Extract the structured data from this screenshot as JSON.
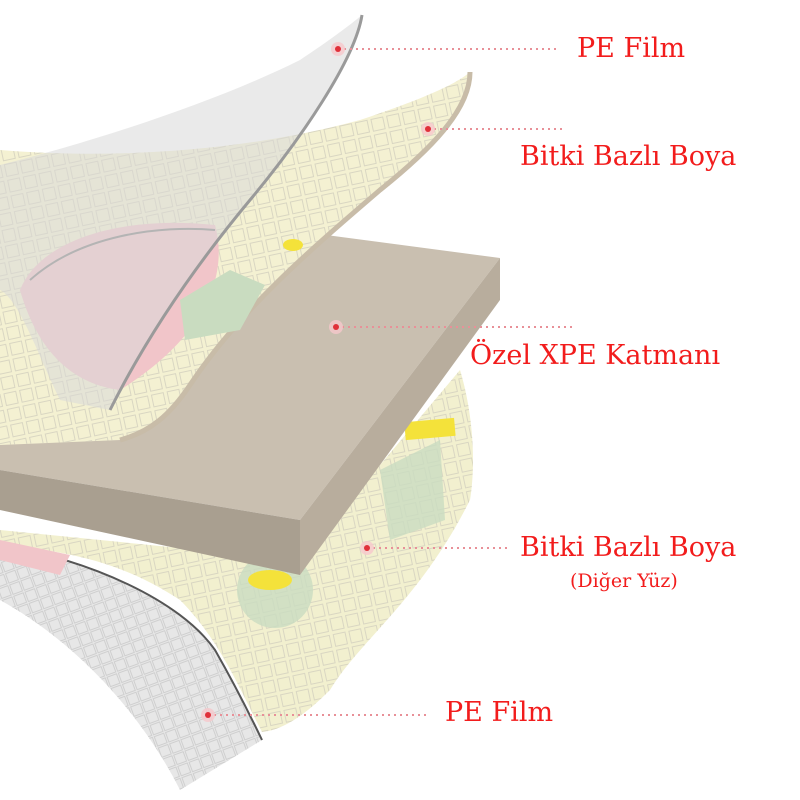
{
  "labels": {
    "pe_film_top": "PE Film",
    "paint_top": "Bitki Bazlı Boya",
    "xpe_layer": "Özel XPE Katmanı",
    "paint_bottom": "Bitki Bazlı Boya",
    "paint_bottom_note": "(Diğer Yüz)",
    "pe_film_bottom": "PE Film"
  },
  "colors": {
    "label": "#f21c1c",
    "marker": "#e0303a"
  }
}
